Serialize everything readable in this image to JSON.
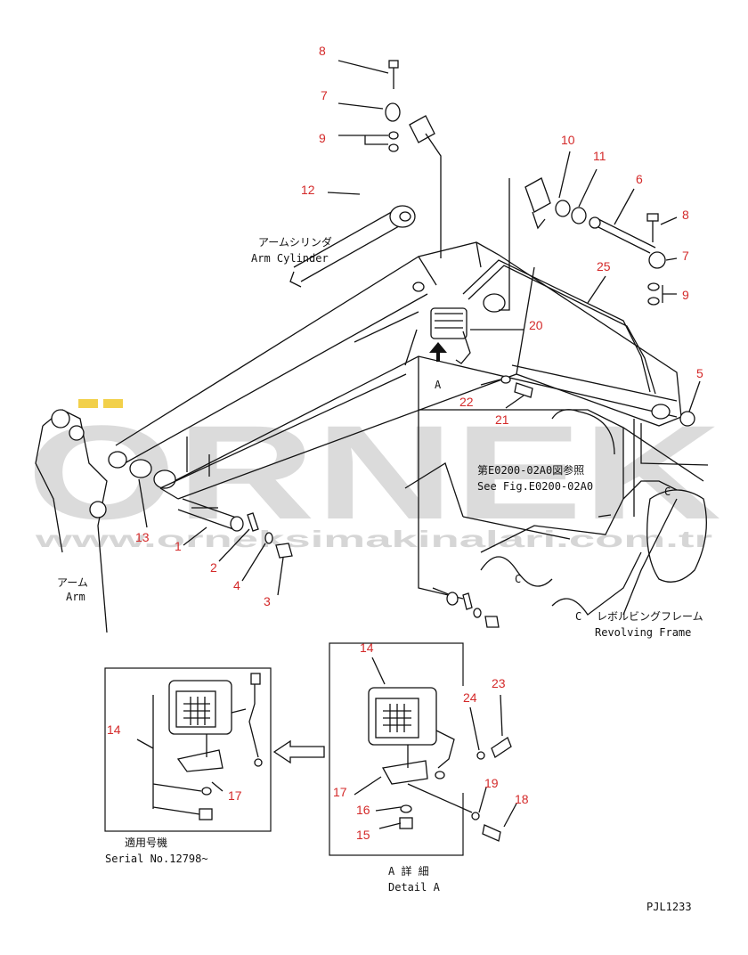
{
  "watermark": {
    "brand": "ORNEK",
    "url": "www.orneksimakinalari.com.tr",
    "accent_color": "#f2d04a",
    "text_color": "#cfcfcf"
  },
  "callout_color": "#d42a2a",
  "callouts": [
    "1",
    "2",
    "3",
    "4",
    "5",
    "6",
    "7",
    "7",
    "8",
    "8",
    "9",
    "9",
    "10",
    "11",
    "12",
    "13",
    "14",
    "14",
    "15",
    "16",
    "17",
    "17",
    "18",
    "19",
    "20",
    "21",
    "22",
    "23",
    "24",
    "25"
  ],
  "labels": {
    "arm_cylinder_jp": "アームシリンダ",
    "arm_cylinder_en": "Arm Cylinder",
    "arm_jp": "アーム",
    "arm_en": "Arm",
    "see_fig_jp": "第E0200-02A0図参照",
    "see_fig_en": "See Fig.E0200-02A0",
    "revolving_frame_jp": "レボルビングフレーム",
    "revolving_frame_en": "Revolving Frame",
    "view_a": "A",
    "serial_jp": "適用号機",
    "serial_en": "Serial No.12798~",
    "detail_jp": "A 詳 細",
    "detail_en": "Detail A",
    "drawing_no": "PJL1233",
    "frame_c1": "C",
    "frame_c2": "C",
    "frame_c3": "C"
  }
}
